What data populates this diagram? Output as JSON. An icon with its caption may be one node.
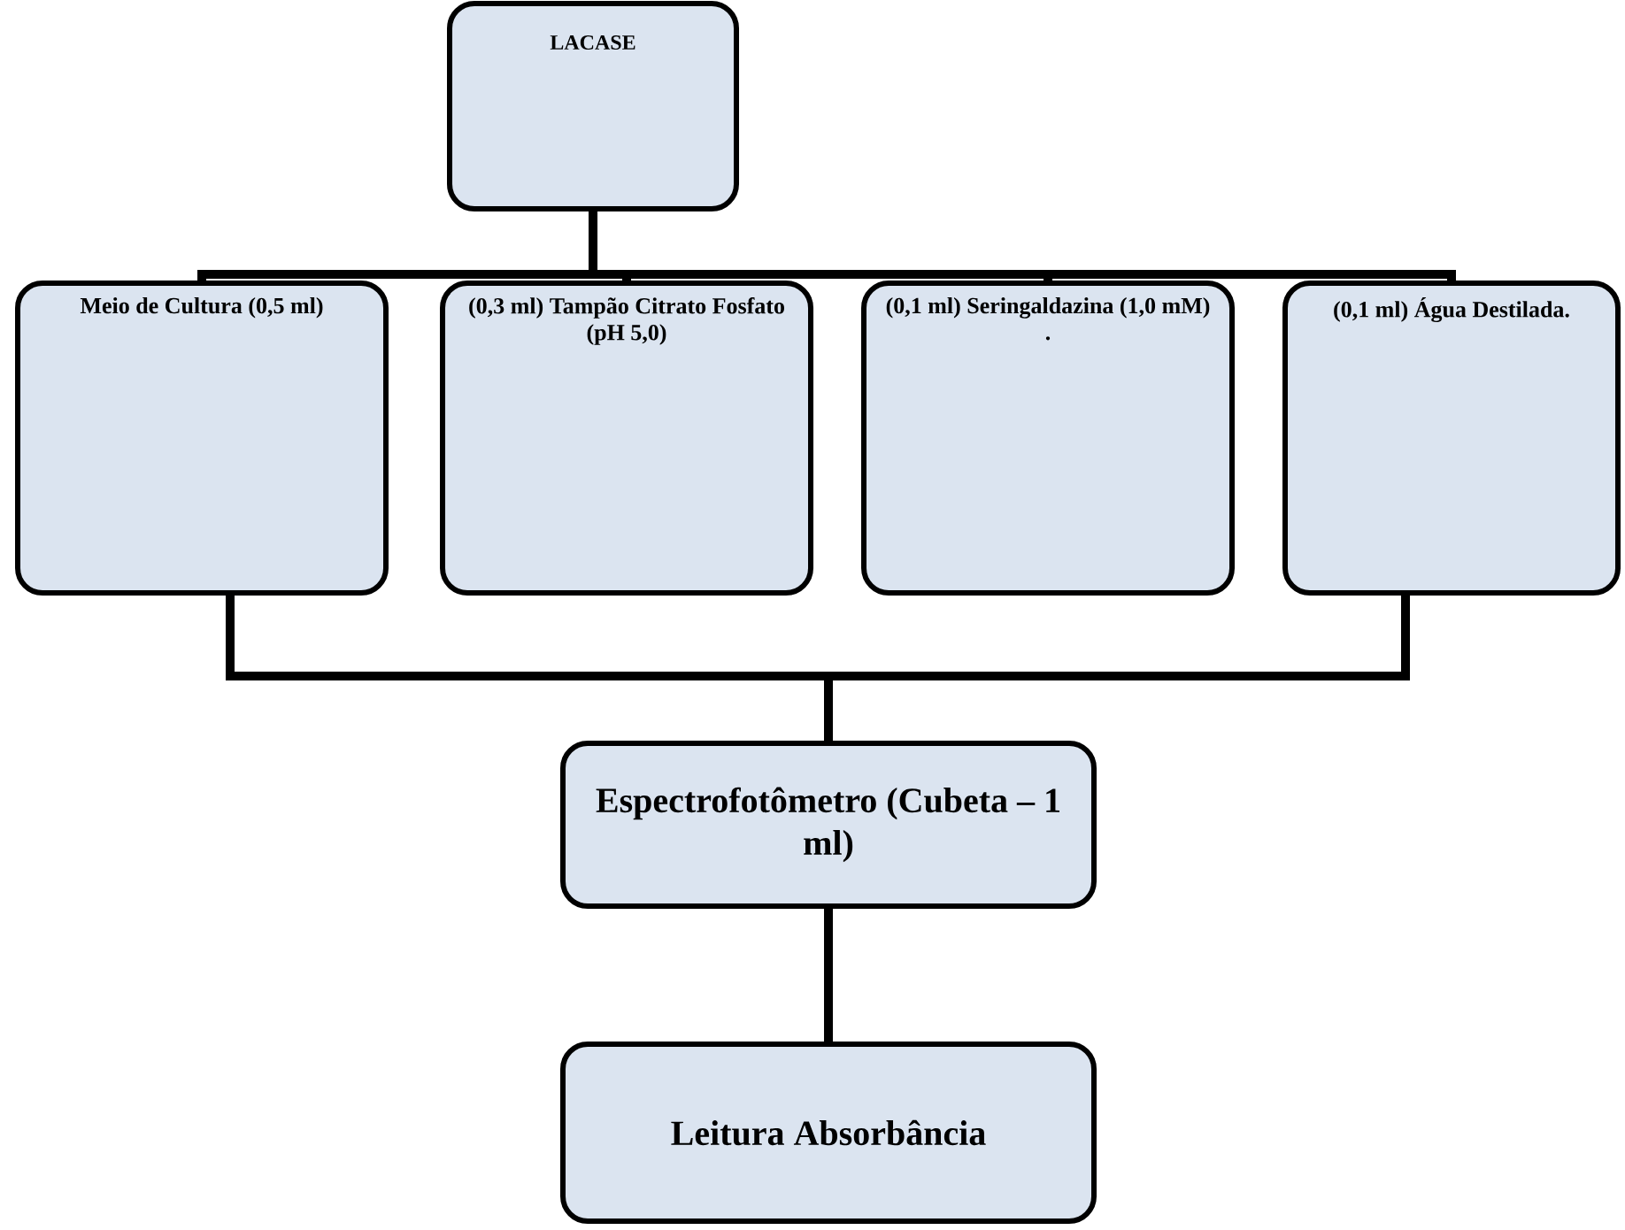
{
  "diagram": {
    "nodes": [
      {
        "text": [
          "LACASE"
        ]
      },
      {
        "text": [
          "Meio de Cultura (0,5 ml)"
        ]
      },
      {
        "text": [
          "(0,3 ml) Tampão Citrato Fosfato",
          "(pH 5,0)"
        ]
      },
      {
        "text": [
          "(0,1 ml) Seringaldazina (1,0 mM)",
          "."
        ]
      },
      {
        "text": [
          "(0,1 ml) Água Destilada."
        ]
      },
      {
        "text": [
          "Espectrofotômetro (Cubeta – 1 ml)"
        ]
      },
      {
        "text": [
          "Leitura Absorbância"
        ]
      }
    ],
    "edges": [
      {
        "from": 0,
        "to": 1,
        "arrow": "none"
      },
      {
        "from": 0,
        "to": 2,
        "arrow": "none"
      },
      {
        "from": 0,
        "to": 3,
        "arrow": "none"
      },
      {
        "from": 0,
        "to": 4,
        "arrow": "none"
      },
      {
        "from": 1,
        "to": 5,
        "arrow": "none"
      },
      {
        "from": 4,
        "to": 5,
        "arrow": "none"
      },
      {
        "from": 5,
        "to": 6,
        "arrow": "none"
      }
    ]
  }
}
